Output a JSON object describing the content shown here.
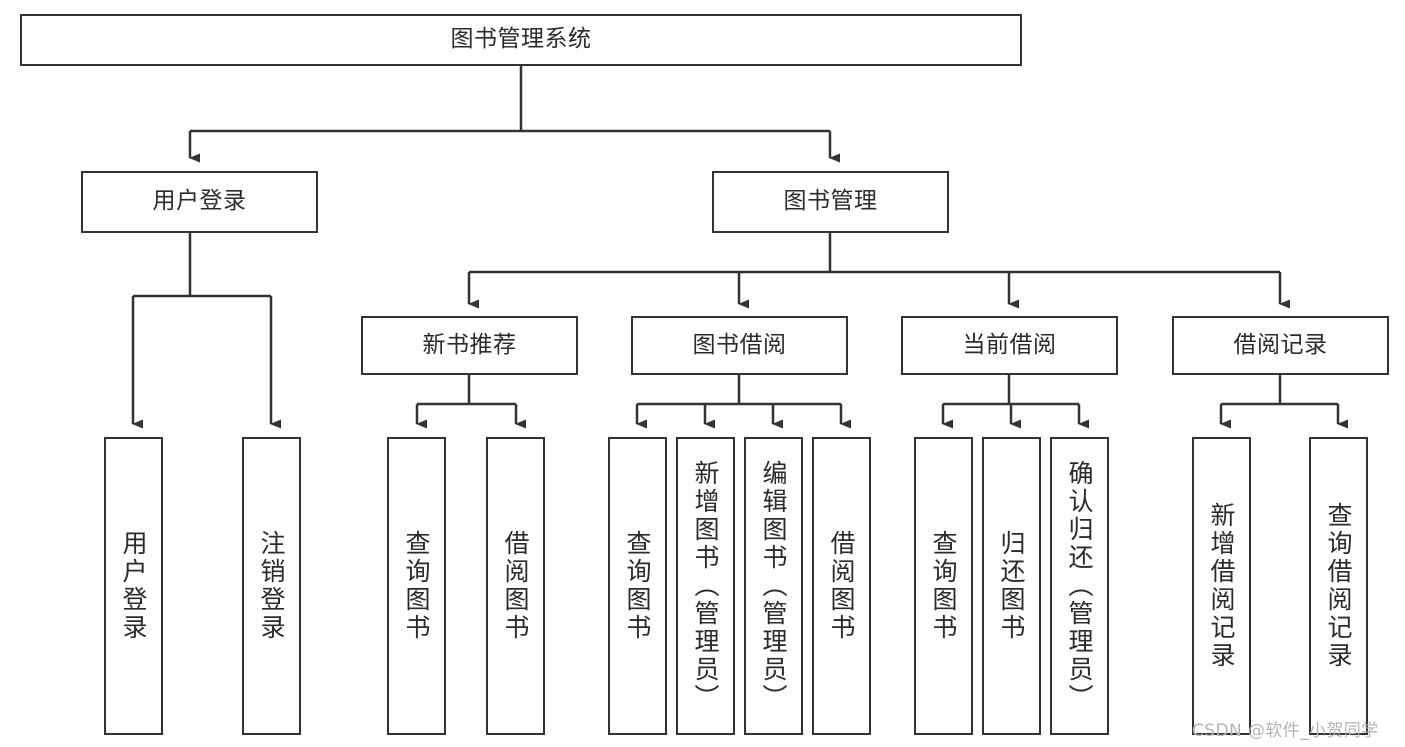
{
  "diagram": {
    "title": "图书管理系统",
    "type": "tree-hierarchy-diagram",
    "root": {
      "label": "图书管理系统"
    },
    "level2": [
      {
        "label": "用户登录"
      },
      {
        "label": "图书管理"
      }
    ],
    "level3": [
      {
        "label": "新书推荐"
      },
      {
        "label": "图书借阅"
      },
      {
        "label": "当前借阅"
      },
      {
        "label": "借阅记录"
      }
    ],
    "leaves": {
      "user_login": [
        {
          "label": "用户登录"
        },
        {
          "label": "注销登录"
        }
      ],
      "new_book_recommend": [
        {
          "label": "查询图书"
        },
        {
          "label": "借阅图书"
        }
      ],
      "book_borrow": [
        {
          "label": "查询图书"
        },
        {
          "label": "新增图书（管理员）"
        },
        {
          "label": "编辑图书（管理员）"
        },
        {
          "label": "借阅图书"
        }
      ],
      "current_borrow": [
        {
          "label": "查询图书"
        },
        {
          "label": "归还图书"
        },
        {
          "label": "确认归还（管理员）"
        }
      ],
      "borrow_record": [
        {
          "label": "新增借阅记录"
        },
        {
          "label": "查询借阅记录"
        }
      ]
    }
  },
  "watermark": {
    "text": "CSDN @软件_小贺同学"
  },
  "colors": {
    "box_border": "#333333",
    "box_fill": "#ffffff",
    "text": "#2b2b2b",
    "connector": "#333333",
    "watermark": "#b4b4b4",
    "background": "#ffffff"
  }
}
